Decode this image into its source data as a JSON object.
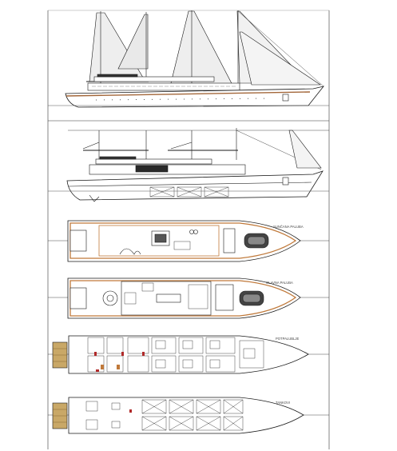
{
  "views": {
    "side_profile_exterior": {},
    "side_profile_section": {},
    "sun_deck": {
      "label": "SUNČANA PALUBA"
    },
    "main_deck": {
      "label": "GLAVNA PALUBA"
    },
    "lower_deck": {
      "label": "POTPALUBLJE"
    },
    "tank_deck": {
      "label": "TANKOVI"
    }
  },
  "colors": {
    "line": "#1a1a1a",
    "sail": "#eeeeee",
    "teak": "#c0793a",
    "hull_accent": "#a3673a",
    "platform": "#c9a867",
    "red_marks": "#b02a2a"
  }
}
